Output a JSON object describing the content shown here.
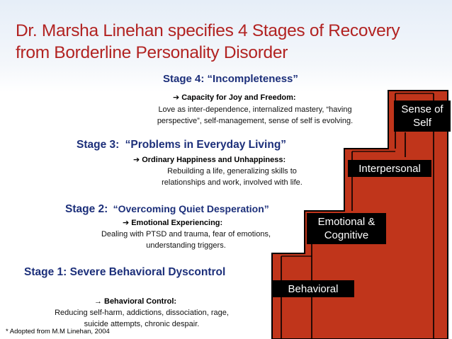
{
  "title": {
    "line1": "Dr. Marsha Linehan specifies 4 Stages of Recovery",
    "line2": "from Borderline Personality Disorder"
  },
  "stages": [
    {
      "heading_prefix": "Stage 4:",
      "heading_name": "“Incompleteness”",
      "subheading": "Capacity for Joy and Freedom:",
      "desc_line1": "Love as inter-dependence, internalized mastery, “having",
      "desc_line2": "perspective”,  self-management, sense of self is evolving."
    },
    {
      "heading_prefix": "Stage 3:",
      "heading_name": "“Problems in Everyday Living”",
      "subheading": "Ordinary Happiness and Unhappiness:",
      "desc_line1": "Rebuilding a life,  generalizing skills to",
      "desc_line2": "relationships and work, involved with life."
    },
    {
      "heading_prefix": "Stage 2:",
      "heading_name": "“Overcoming Quiet Desperation”",
      "subheading": "Emotional Experiencing:",
      "desc_line1": "Dealing with PTSD and trauma, fear of emotions,",
      "desc_line2": "understanding triggers."
    },
    {
      "heading": "Stage 1: Severe Behavioral Dyscontrol",
      "subheading": "Behavioral Control:",
      "desc_line1": "Reducing self-harm, addictions, dissociation, rage,",
      "desc_line2": "suicide attempts, chronic despair."
    }
  ],
  "step_labels": {
    "sense_line1": "Sense of",
    "sense_line2": "Self",
    "interpersonal": "Interpersonal",
    "emotional_line1": "Emotional &",
    "emotional_line2": "Cognitive",
    "behavioral": "Behavioral"
  },
  "footnote": "* Adopted from M.M Linehan, 2004",
  "colors": {
    "title": "#b22322",
    "stage_heading": "#1c2f7a",
    "step_fill": "#c0351b",
    "step_stroke": "#000000",
    "label_bg": "#000000",
    "label_text": "#ffffff"
  }
}
